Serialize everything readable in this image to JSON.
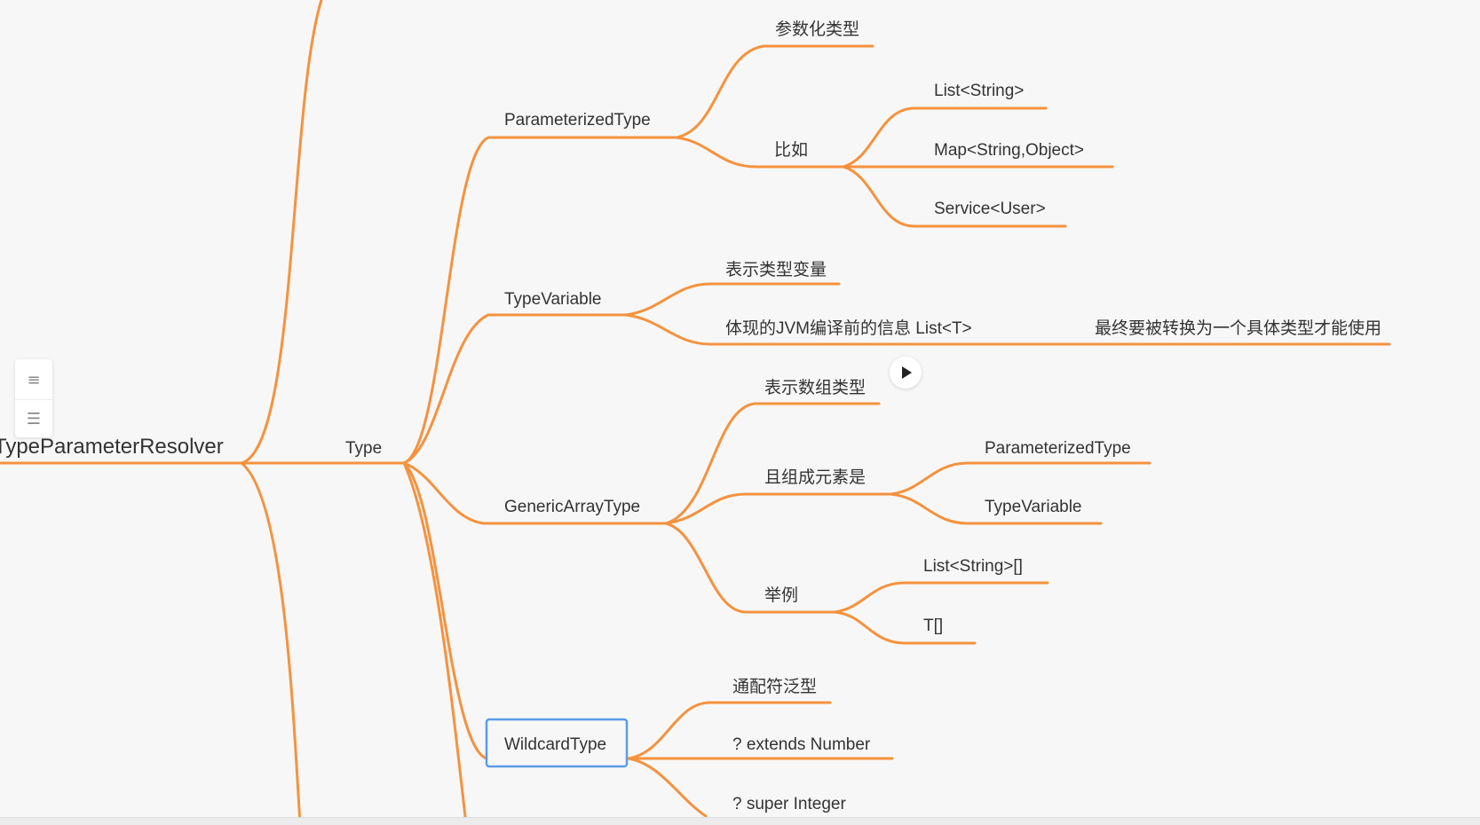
{
  "colors": {
    "branch": "#f5923e",
    "selection": "#5a9ce8",
    "background": "#f7f7f7"
  },
  "toolbar": {
    "outline_icon": "list-icon",
    "collapse_icon": "menu-icon"
  },
  "player": {
    "icon": "play-icon"
  },
  "mindmap": {
    "root": "TypeParameterResolver",
    "type": "Type",
    "parameterized": {
      "label": "ParameterizedType",
      "desc": "参数化类型",
      "example_label": "比如",
      "examples": [
        "List<String>",
        "Map<String,Object>",
        "Service<User>"
      ]
    },
    "type_variable": {
      "label": "TypeVariable",
      "desc": "表示类型变量",
      "info": "体现的JVM编译前的信息 List<T>",
      "note": "最终要被转换为一个具体类型才能使用"
    },
    "generic_array": {
      "label": "GenericArrayType",
      "desc": "表示数组类型",
      "element_label": "且组成元素是",
      "elements": [
        "ParameterizedType",
        "TypeVariable"
      ],
      "example_label": "举例",
      "examples": [
        "List<String>[]",
        "T[]"
      ]
    },
    "wildcard": {
      "label": "WildcardType",
      "desc": "通配符泛型",
      "examples": [
        "? extends Number",
        "? super Integer"
      ]
    }
  }
}
